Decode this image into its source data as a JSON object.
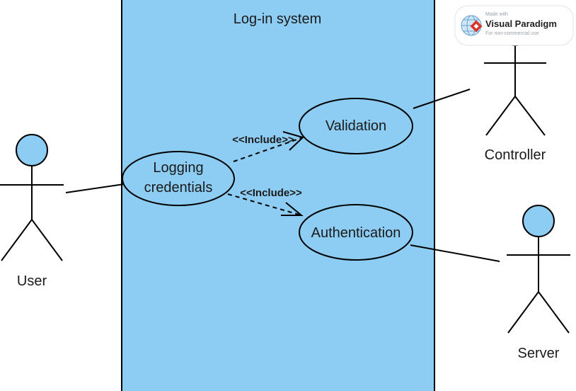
{
  "system": {
    "title": "Log-in system"
  },
  "actors": [
    {
      "id": "user",
      "label": "User"
    },
    {
      "id": "controller",
      "label": "Controller"
    },
    {
      "id": "server",
      "label": "Server"
    }
  ],
  "use_cases": [
    {
      "id": "logging",
      "lines": [
        "Logging",
        "credentials"
      ]
    },
    {
      "id": "validation",
      "lines": [
        "Validation"
      ]
    },
    {
      "id": "authentication",
      "lines": [
        "Authentication"
      ]
    }
  ],
  "relations": [
    {
      "from": "logging",
      "to": "validation",
      "label": "<<Include>>"
    },
    {
      "from": "logging",
      "to": "authentication",
      "label": "<<Include>>"
    }
  ],
  "associations": [
    {
      "actor": "user",
      "use_case": "logging"
    },
    {
      "actor": "controller",
      "use_case": "validation"
    },
    {
      "actor": "server",
      "use_case": "authentication"
    }
  ],
  "watermark": {
    "line1": "Made with",
    "line2": "Visual Paradigm",
    "line3": "For non-commercial use"
  },
  "colors": {
    "system_fill": "#8ecdf3",
    "actor_head": "#8ecdf3",
    "stroke": "#000000"
  }
}
